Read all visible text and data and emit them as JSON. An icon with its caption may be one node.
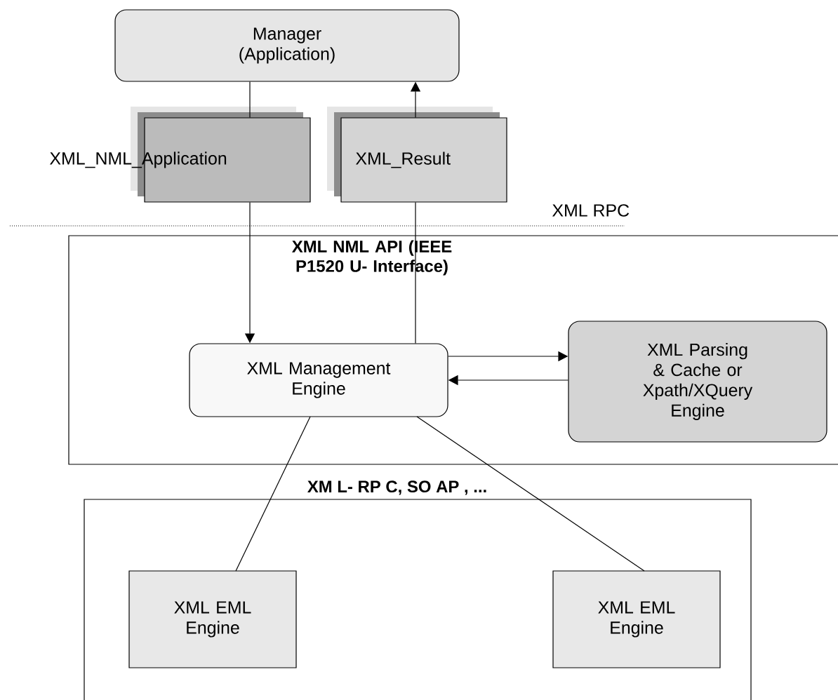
{
  "diagram": {
    "nodes": [
      {
        "text": [
          "Manager (Application)"
        ]
      },
      {
        "text": [
          "XML NML API (IEEE P1520 U- Interface)"
        ]
      },
      {
        "text": [
          "XML_NML_Application"
        ]
      },
      {
        "text": [
          "XML_Result"
        ]
      },
      {
        "text": [
          "XML Management Engine"
        ],
        "in": 1
      },
      {
        "text": [
          "XML Parsing & Cache or Xpath/XQuery Engine"
        ],
        "in": 1
      },
      {
        "text": [
          "XM L-  RP C,  SO AP , ..."
        ]
      },
      {
        "text": [
          "XML EML Engine"
        ],
        "in": 6
      },
      {
        "text": [
          "XML EML Engine"
        ],
        "in": 6
      }
    ],
    "edges": [
      {
        "from": 0,
        "to": 2,
        "arrow": "none"
      },
      {
        "from": 2,
        "to": 4,
        "arrow": "to"
      },
      {
        "from": 4,
        "to": 3,
        "arrow": "none"
      },
      {
        "from": 3,
        "to": 0,
        "arrow": "to"
      },
      {
        "from": 4,
        "to": 5,
        "arrow": "to"
      },
      {
        "from": 5,
        "to": 4,
        "arrow": "to"
      },
      {
        "from": 4,
        "to": 7,
        "arrow": "none"
      },
      {
        "from": 4,
        "to": 8,
        "arrow": "none"
      }
    ],
    "labels": [
      "XML RPC"
    ]
  }
}
